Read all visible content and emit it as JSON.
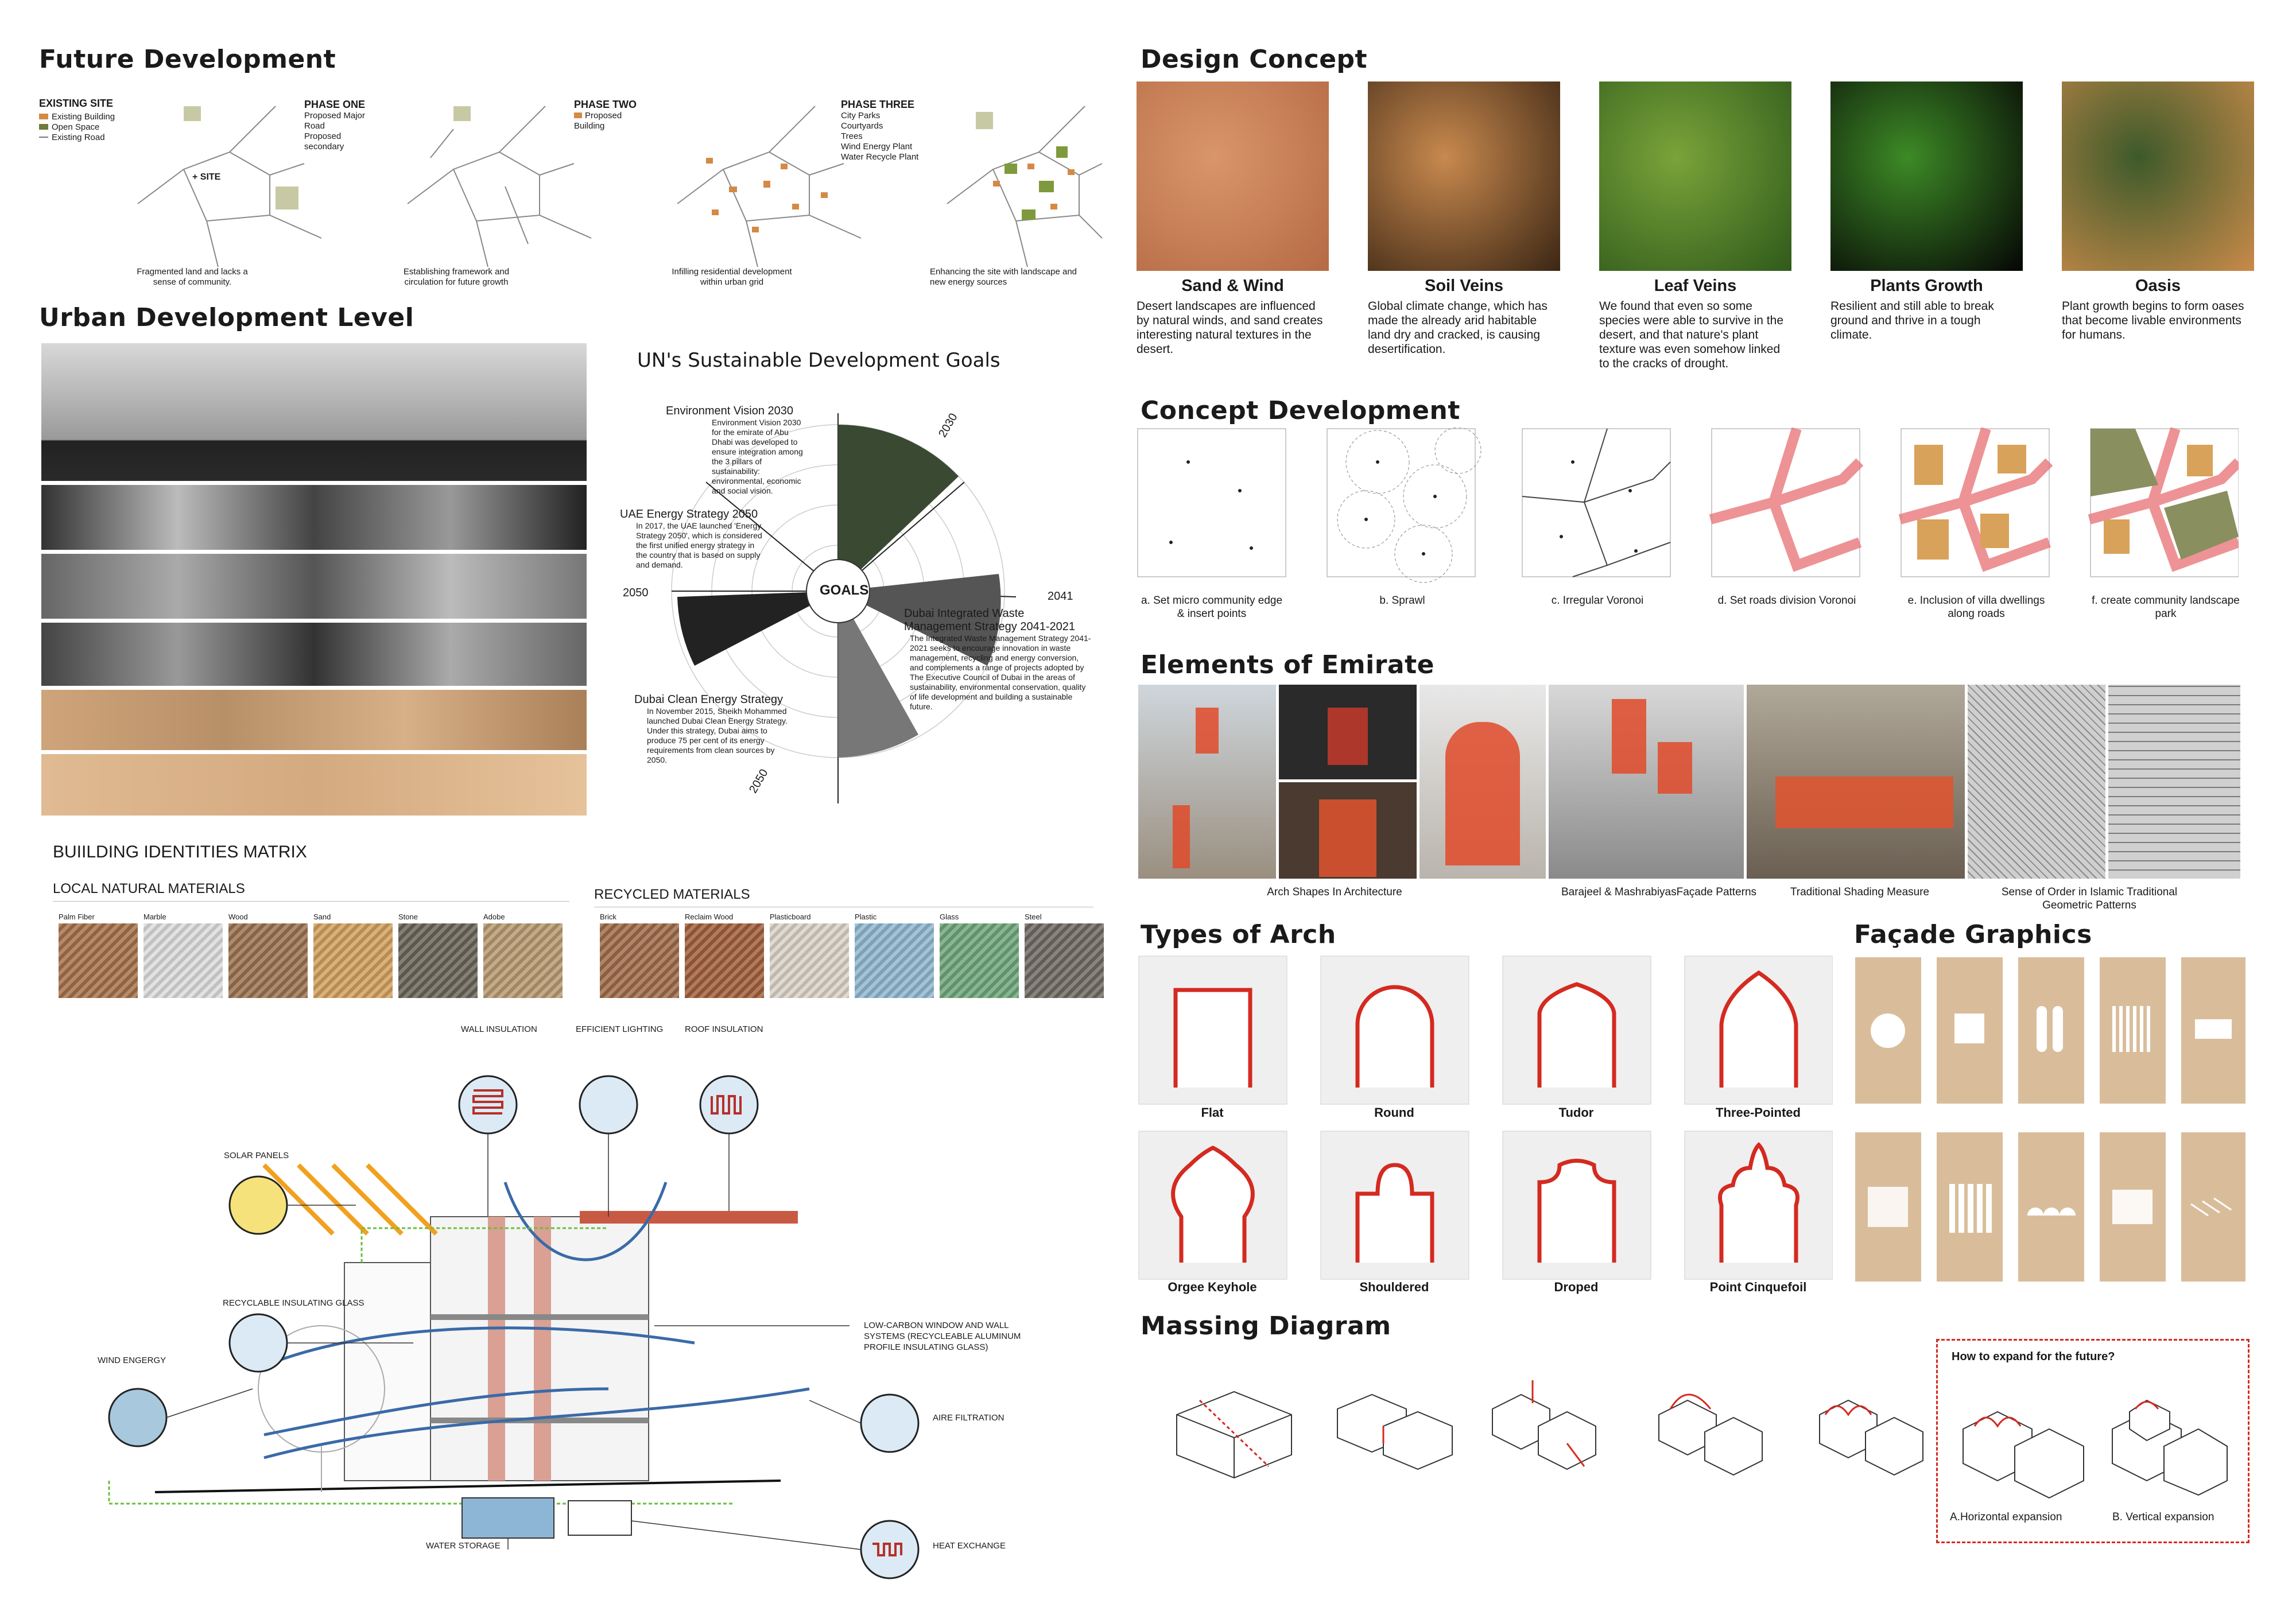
{
  "future_dev": {
    "title": "Future Development",
    "legend": {
      "existing_site": "EXISTING SITE",
      "existing_building": "Existing Building",
      "open_space": "Open Space",
      "existing_road": "Existing Road"
    },
    "site_label": "+ SITE",
    "phase_one": {
      "title": "PHASE ONE",
      "major": "Proposed Major Road",
      "secondary": "Proposed secondary"
    },
    "phase_two": {
      "title": "PHASE TWO",
      "building": "Proposed Building"
    },
    "phase_three": {
      "title": "PHASE THREE",
      "items": [
        "City Parks",
        "Courtyards",
        "Trees",
        "Wind Energy Plant",
        "Water Recycle Plant"
      ]
    },
    "captions": [
      "Fragmented land and lacks a sense of community.",
      "Establishing framework and circulation for future growth",
      "Infilling residential development within urban grid",
      "Enhancing the site with landscape and new energy sources"
    ]
  },
  "urban": {
    "title": "Urban Development Level"
  },
  "sdg": {
    "title": "UN's Sustainable Development Goals",
    "center": "GOALS",
    "years": [
      "2030",
      "2041",
      "2050",
      "2050"
    ],
    "env_title": "Environment Vision 2030",
    "env_body": "Environment Vision 2030 for the emirate of Abu Dhabi was developed to ensure integration among the 3 pillars of sustainability: environmental, economic and social vision.",
    "uae_title": "UAE Energy Strategy 2050",
    "uae_body": "In 2017, the UAE launched 'Energy Strategy 2050', which is considered the first unified energy strategy in the country that is based on supply and demand.",
    "waste_title": "Dubai Integrated Waste Management Strategy 2041-2021",
    "waste_body": "The Integrated Waste Management Strategy 2041-2021 seeks to encourage innovation in waste management, recycling and energy conversion, and complements a range of projects adopted by The Executive Council of Dubai in the areas of sustainability, environmental conservation, quality of life development and building a sustainable future.",
    "clean_title": "Dubai Clean Energy Strategy",
    "clean_body": "In November 2015, Sheikh Mohammed launched Dubai Clean Energy Strategy. Under this strategy, Dubai aims to produce 75 per cent of its energy requirements from clean sources by 2050."
  },
  "matrix": {
    "title": "BUIILDING IDENTITIES MATRIX",
    "local_title": "LOCAL NATURAL MATERIALS",
    "recycled_title": "RECYCLED MATERIALS",
    "local": [
      {
        "name": "Palm Fiber",
        "color": "#a5724a"
      },
      {
        "name": "Marble",
        "color": "#dcdcdc"
      },
      {
        "name": "Wood",
        "color": "#9a7250"
      },
      {
        "name": "Sand",
        "color": "#d2a05e"
      },
      {
        "name": "Stone",
        "color": "#6a6458"
      },
      {
        "name": "Adobe",
        "color": "#b79a72"
      }
    ],
    "recycled": [
      {
        "name": "Brick",
        "color": "#9f6b4a"
      },
      {
        "name": "Reclaim Wood",
        "color": "#a05f3b"
      },
      {
        "name": "Plasticboard",
        "color": "#d9d2c6"
      },
      {
        "name": "Plastic",
        "color": "#8fb7cf"
      },
      {
        "name": "Glass",
        "color": "#6ea67a"
      },
      {
        "name": "Steel",
        "color": "#6f6a62"
      }
    ]
  },
  "section": {
    "wall_insulation": "WALL INSULATION",
    "efficient_lighting": "EFFICIENT LIGHTING",
    "roof_insulation": "ROOF INSULATION",
    "solar_panels": "SOLAR PANELS",
    "recyclable_glass": "RECYCLABLE INSULATING GLASS",
    "wind_energy": "WIND ENGERGY",
    "low_carbon": "LOW-CARBON WINDOW AND WALL SYSTEMS (RECYCLEABLE ALUMINUM PROFILE INSULATING GLASS)",
    "air_filtration": "AIRE FILTRATION",
    "water_storage": "WATER STORAGE",
    "heat_exchange": "HEAT EXCHANGE"
  },
  "design_concept": {
    "title": "Design Concept",
    "items": [
      {
        "title": "Sand & Wind",
        "body": "Desert landscapes are influenced by natural winds, and sand creates interesting natural textures in the desert.",
        "color1": "#b56a44",
        "color2": "#d9966a"
      },
      {
        "title": "Soil Veins",
        "body": "Global climate change, which has made the already arid habitable land dry and cracked, is causing desertification.",
        "color1": "#3b2614",
        "color2": "#c8894e"
      },
      {
        "title": "Leaf Veins",
        "body": "We found that even so some species were able to survive in the desert, and that nature's plant texture was even somehow linked to the cracks of drought.",
        "color1": "#2f5a1a",
        "color2": "#7aa33a"
      },
      {
        "title": "Plants Growth",
        "body": "Resilient and still able to break ground and thrive in a tough climate.",
        "color1": "#050505",
        "color2": "#3d8a26"
      },
      {
        "title": "Oasis",
        "body": "Plant growth begins to form oases that become livable environments for humans.",
        "color1": "#c98a4a",
        "color2": "#3d5a2a"
      }
    ]
  },
  "concept_dev": {
    "title": "Concept Development",
    "captions": [
      "a. Set micro community edge & insert points",
      "b. Sprawl",
      "c. Irregular Voronoi",
      "d. Set roads division Voronoi",
      "e. Inclusion of villa dwellings along roads",
      "f. create community landscape park"
    ]
  },
  "elements": {
    "title": "Elements of Emirate",
    "captions": [
      "Arch Shapes In Architecture",
      "Barajeel & MashrabiyasFaçade Patterns",
      "Traditional Shading Measure",
      "Sense of Order in Islamic Traditional Geometric Patterns"
    ]
  },
  "arch": {
    "title": "Types of Arch",
    "names": [
      "Flat",
      "Round",
      "Tudor",
      "Three-Pointed",
      "Orgee Keyhole",
      "Shouldered",
      "Droped",
      "Point Cinquefoil"
    ],
    "color": "#d42a20"
  },
  "facade": {
    "title": "Façade Graphics",
    "color": "#d9bd9b"
  },
  "massing": {
    "title": "Massing Diagram",
    "expand_title": "How to expand for the future?",
    "horizontal": "A.Horizontal expansion",
    "vertical": "B. Vertical expansion"
  }
}
